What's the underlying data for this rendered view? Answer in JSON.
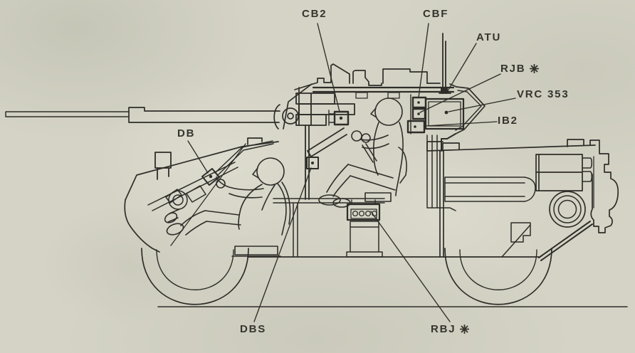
{
  "diagram": {
    "alt": "Cutaway side-view line drawing of a wheeled armoured vehicle showing crew and radio equipment positions",
    "colors": {
      "paper": "#d4d3c5",
      "ink": "#2e2d29"
    },
    "marker_glyph": "✳",
    "callouts": {
      "cb2": {
        "label": "CB2"
      },
      "cbf": {
        "label": "CBF"
      },
      "atu": {
        "label": "ATU"
      },
      "rjb": {
        "label": "RJB",
        "has_marker": true
      },
      "vrc353": {
        "label": "VRC 353"
      },
      "ib2": {
        "label": "IB2"
      },
      "db": {
        "label": "DB"
      },
      "dbs": {
        "label": "DBS"
      },
      "rbj": {
        "label": "RBJ",
        "has_marker": true
      }
    }
  }
}
